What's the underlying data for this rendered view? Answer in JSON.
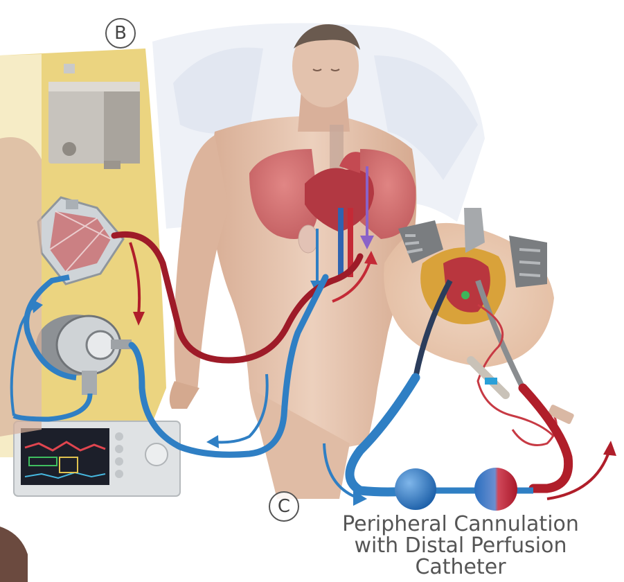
{
  "panel_labels": {
    "b": "B",
    "c": "C"
  },
  "caption": {
    "line1": "Peripheral Cannulation",
    "line2": "with Distal Perfusion",
    "line3": "Catheter"
  },
  "colors": {
    "oxygenated": "#b01e2a",
    "deoxygenated": "#2f7fc4",
    "background_panel": "#e8cc6a",
    "skin": "#e2bfa8"
  }
}
